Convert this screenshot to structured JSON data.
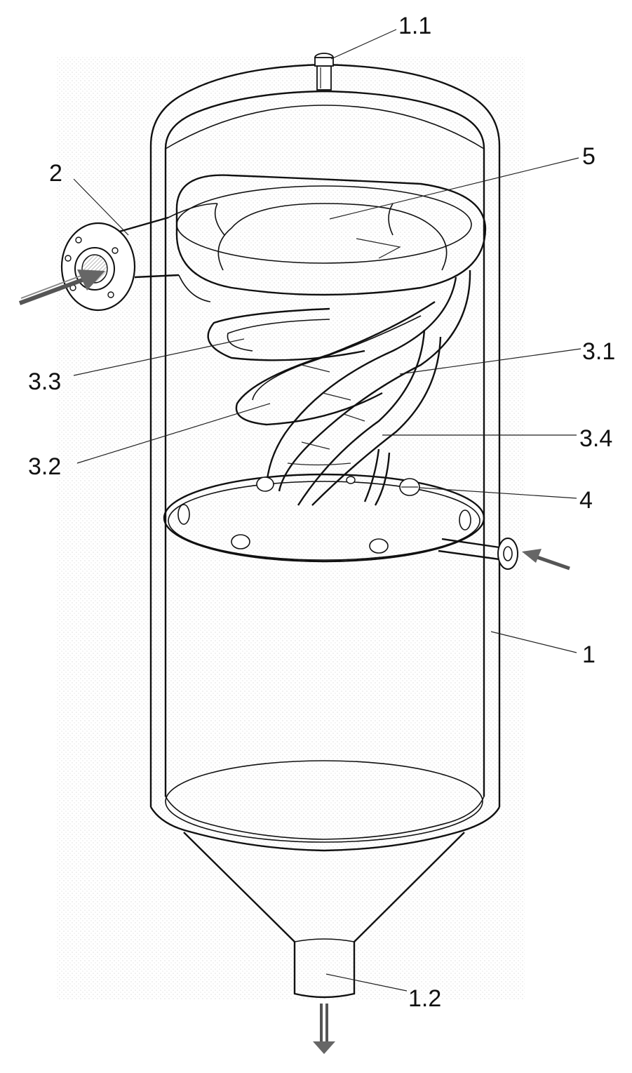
{
  "labels": {
    "top_valve": "1.1",
    "inlet_pipe": "2",
    "top_ring": "5",
    "tube_33": "3.3",
    "tube_31": "3.1",
    "tube_32": "3.2",
    "tube_34": "3.4",
    "nozzle": "4",
    "vessel": "1",
    "outlet": "1.2"
  },
  "colors": {
    "stroke": "#111111",
    "stipple": "#b9b9b9",
    "arrow": "#555555"
  }
}
